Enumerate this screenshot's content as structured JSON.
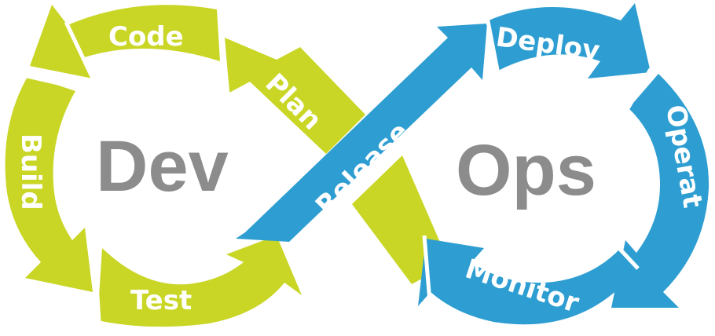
{
  "diagram": {
    "center": {
      "left": "Dev",
      "right": "Ops"
    },
    "stages": {
      "plan": "Plan",
      "code": "Code",
      "build": "Build",
      "test": "Test",
      "release": "Release",
      "deploy": "Deploy",
      "operate": "Operat",
      "monitor": "Monitor"
    },
    "colors": {
      "dev_loop": "#c9d625",
      "ops_loop": "#2e9ed2",
      "center_text": "#8c8c8c",
      "stage_text": "#ffffff"
    }
  }
}
